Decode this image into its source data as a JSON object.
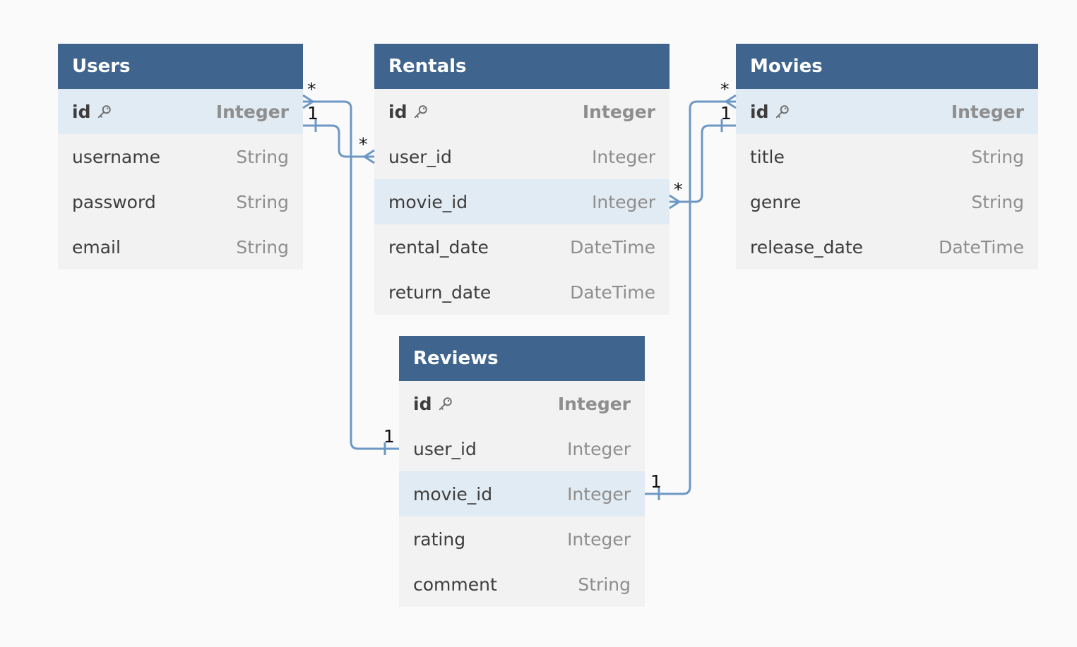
{
  "tables": [
    {
      "name": "Users",
      "fields": [
        {
          "name": "id",
          "type": "Integer",
          "pk": true,
          "highlight": true
        },
        {
          "name": "username",
          "type": "String",
          "pk": false,
          "highlight": false
        },
        {
          "name": "password",
          "type": "String",
          "pk": false,
          "highlight": false
        },
        {
          "name": "email",
          "type": "String",
          "pk": false,
          "highlight": false
        }
      ]
    },
    {
      "name": "Rentals",
      "fields": [
        {
          "name": "id",
          "type": "Integer",
          "pk": true,
          "highlight": false
        },
        {
          "name": "user_id",
          "type": "Integer",
          "pk": false,
          "highlight": false
        },
        {
          "name": "movie_id",
          "type": "Integer",
          "pk": false,
          "highlight": true
        },
        {
          "name": "rental_date",
          "type": "DateTime",
          "pk": false,
          "highlight": false
        },
        {
          "name": "return_date",
          "type": "DateTime",
          "pk": false,
          "highlight": false
        }
      ]
    },
    {
      "name": "Movies",
      "fields": [
        {
          "name": "id",
          "type": "Integer",
          "pk": true,
          "highlight": true
        },
        {
          "name": "title",
          "type": "String",
          "pk": false,
          "highlight": false
        },
        {
          "name": "genre",
          "type": "String",
          "pk": false,
          "highlight": false
        },
        {
          "name": "release_date",
          "type": "DateTime",
          "pk": false,
          "highlight": false
        }
      ]
    },
    {
      "name": "Reviews",
      "fields": [
        {
          "name": "id",
          "type": "Integer",
          "pk": true,
          "highlight": false
        },
        {
          "name": "user_id",
          "type": "Integer",
          "pk": false,
          "highlight": false
        },
        {
          "name": "movie_id",
          "type": "Integer",
          "pk": false,
          "highlight": true
        },
        {
          "name": "rating",
          "type": "Integer",
          "pk": false,
          "highlight": false
        },
        {
          "name": "comment",
          "type": "String",
          "pk": false,
          "highlight": false
        }
      ]
    }
  ],
  "relationships": [
    {
      "from": "Users.id",
      "to": "Rentals.user_id",
      "from_card": "1",
      "to_card": "*"
    },
    {
      "from": "Users.id",
      "to": "Reviews.user_id",
      "from_card": "*",
      "to_card": "1"
    },
    {
      "from": "Movies.id",
      "to": "Rentals.movie_id",
      "from_card": "1",
      "to_card": "*"
    },
    {
      "from": "Movies.id",
      "to": "Reviews.movie_id",
      "from_card": "*",
      "to_card": "1"
    }
  ],
  "colors": {
    "header": "#3f658f",
    "row": "#f2f2f2",
    "row_highlight": "#e1ebf3",
    "line": "#6d98c5",
    "background": "#fafafa"
  },
  "icons": {
    "primary_key": "key-icon"
  }
}
